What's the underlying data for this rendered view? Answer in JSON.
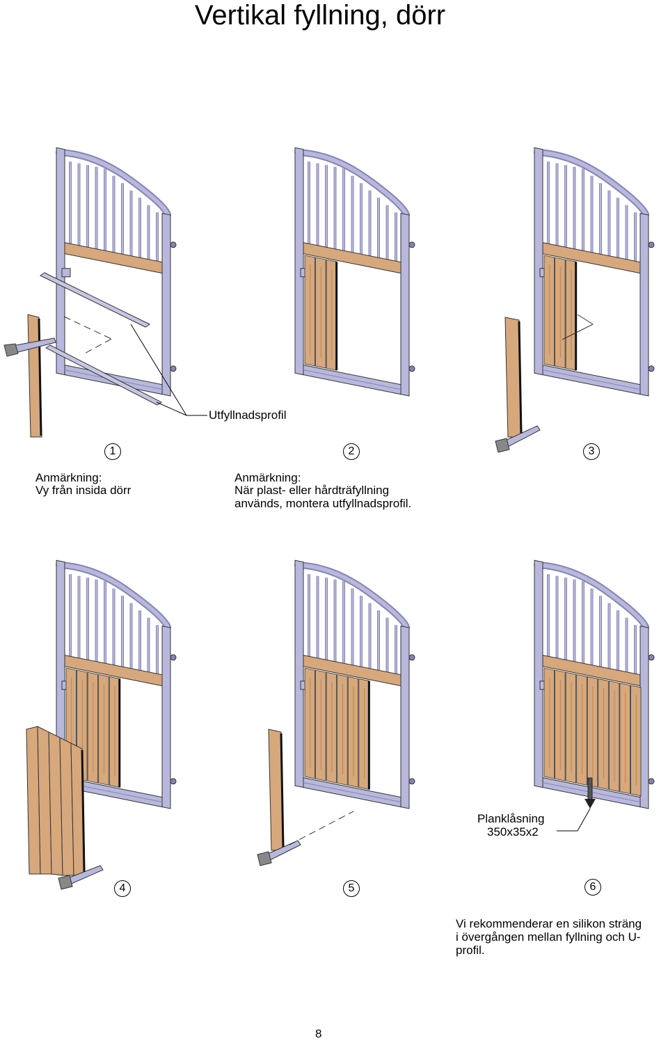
{
  "page_title": "Vertikal fyllning, dörr",
  "callouts": {
    "profile_label": "Utfyllnadsprofil",
    "lock_label_line1": "Planklåsning",
    "lock_label_line2": "350x35x2"
  },
  "steps": [
    "1",
    "2",
    "3",
    "4",
    "5",
    "6"
  ],
  "notes": {
    "note1_line1": "Anmärkning:",
    "note1_line2": "Vy från insida dörr",
    "note2_line1": "Anmärkning:",
    "note2_line2": "När plast- eller hårdträfyllning",
    "note2_line3": "används, montera utfyllnadsprofil.",
    "note6_line1": "Vi rekommenderar en silikon sträng",
    "note6_line2": "i övergången mellan fyllning och U-",
    "note6_line3": "profil."
  },
  "page_number": "8",
  "colors": {
    "frame": "#b8b8dc",
    "frame_dark": "#8484b4",
    "wood": "#d6a87c",
    "wood_dark": "#b58658",
    "outline": "#333333"
  },
  "door_plank_counts": [
    0,
    3,
    3,
    5,
    6,
    9
  ]
}
